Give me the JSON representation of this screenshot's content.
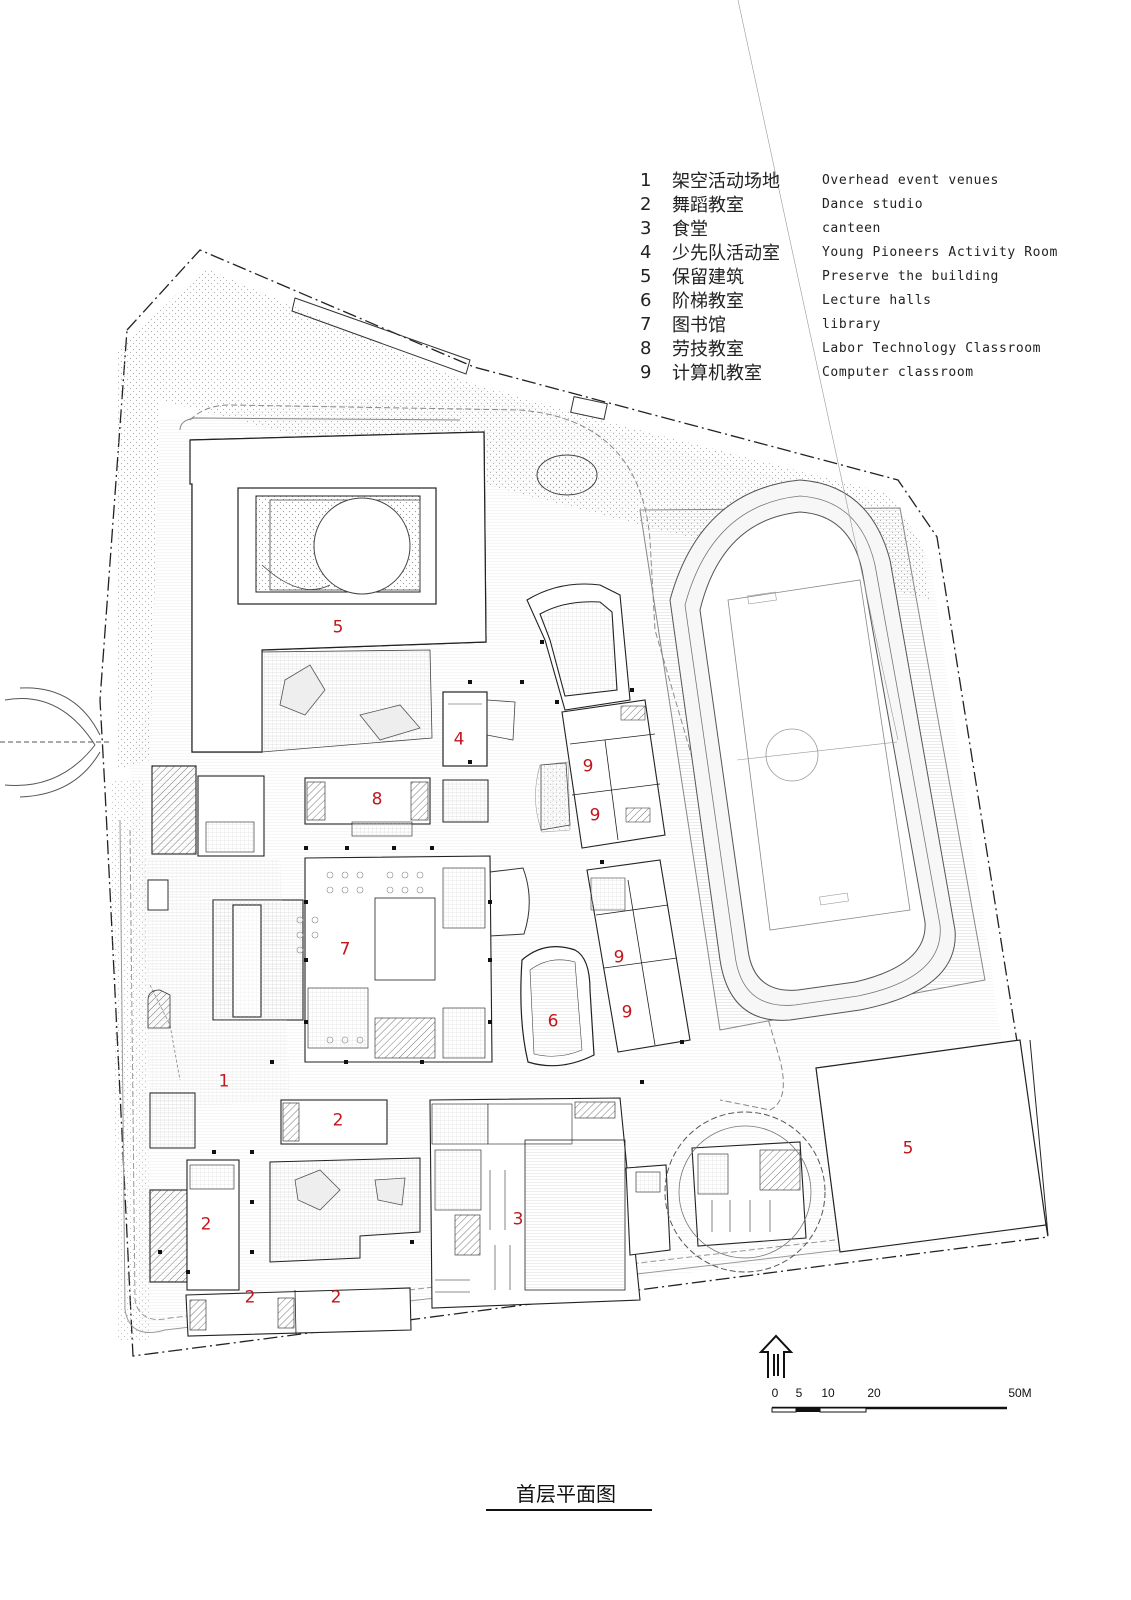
{
  "legend": [
    {
      "num": "1",
      "cn": "架空活动场地",
      "en": "Overhead event venues"
    },
    {
      "num": "2",
      "cn": "舞蹈教室",
      "en": "Dance studio"
    },
    {
      "num": "3",
      "cn": "食堂",
      "en": "canteen"
    },
    {
      "num": "4",
      "cn": "少先队活动室",
      "en": "Young Pioneers Activity Room"
    },
    {
      "num": "5",
      "cn": "保留建筑",
      "en": "Preserve the building"
    },
    {
      "num": "6",
      "cn": "阶梯教室",
      "en": "Lecture halls"
    },
    {
      "num": "7",
      "cn": "图书馆",
      "en": "library"
    },
    {
      "num": "8",
      "cn": "劳技教室",
      "en": "Labor Technology Classroom"
    },
    {
      "num": "9",
      "cn": "计算机教室",
      "en": "Computer classroom"
    }
  ],
  "plan_labels": {
    "l5_north": "5",
    "l4": "4",
    "l9_a": "9",
    "l9_b": "9",
    "l8": "8",
    "l7": "7",
    "l9_c": "9",
    "l6": "6",
    "l9_d": "9",
    "l1": "1",
    "l2_a": "2",
    "l5_east": "5",
    "l2_b": "2",
    "l3": "3",
    "l2_c": "2",
    "l2_d": "2"
  },
  "scale": {
    "ticks": [
      "0",
      "5",
      "10",
      "20",
      "50M"
    ]
  },
  "title": "首层平面图",
  "colors": {
    "label_red": "#c0161c",
    "line": "#222222",
    "hatch": "#cfcfcf"
  }
}
